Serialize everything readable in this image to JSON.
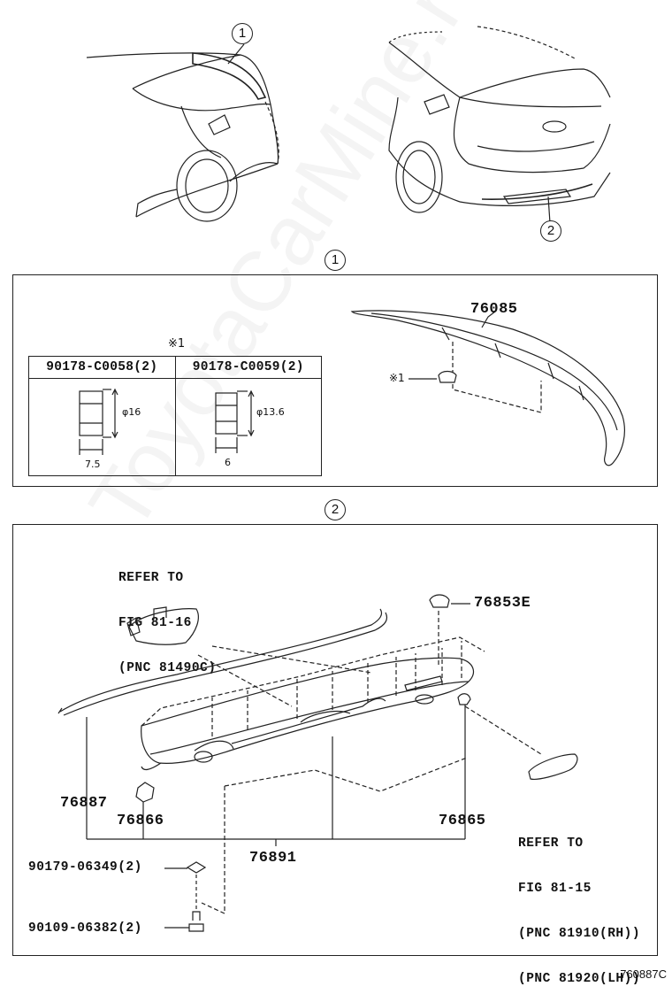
{
  "watermark": "ToyotaCarMine.ru",
  "callouts": {
    "one": "1",
    "two": "2"
  },
  "section1": {
    "part_spoiler": "76085",
    "note_mark": "※1",
    "note_header": "※1",
    "fasteners": [
      {
        "part_no": "90178-C0058(2)",
        "diameter": "φ16",
        "height": "7.5"
      },
      {
        "part_no": "90178-C0059(2)",
        "diameter": "φ13.6",
        "height": "6"
      }
    ]
  },
  "section2": {
    "ref_top": [
      "REFER TO",
      "FIG 81-16",
      "(PNC 81490C)"
    ],
    "ref_right": [
      "REFER TO",
      "FIG 81-15",
      "(PNC 81910(RH))",
      "(PNC 81920(LH))"
    ],
    "parts": {
      "p76853E": "76853E",
      "p76887": "76887",
      "p76866": "76866",
      "p76865": "76865",
      "p76891": "76891",
      "p90179": "90179-06349(2)",
      "p90109": "90109-06382(2)"
    }
  },
  "diagram_code": "760887C"
}
